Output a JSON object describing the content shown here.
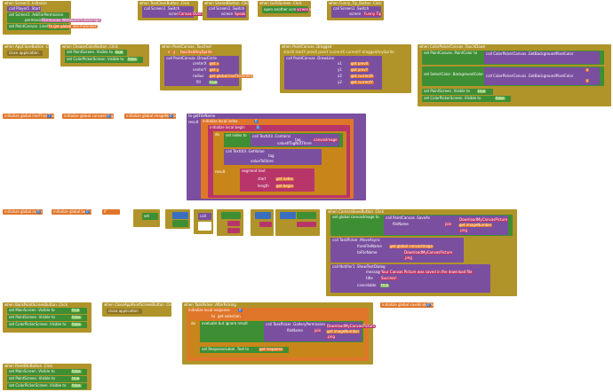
{
  "blocks": {
    "screen1_init": {
      "head": "when Screen1 .Initialize",
      "l1": "call Player1 .Start",
      "l2": "set Screen1 .AskForPermission",
      "l3": "permissionName",
      "l4": "Permission WriteExternalStorage",
      "l5": "set PaintCanvas .LineWidth",
      "l6": "to get global lineThickness"
    },
    "text_clear": {
      "head": "when TextClearButton .Click",
      "l1": "call Screen1 .Switch",
      "l2": "screen",
      "l3": "Canvas Overview"
    },
    "shared_btn": {
      "head": "when SharedButton .Click",
      "l1": "call Screen1 .Switch",
      "l2": "screen",
      "l3": "Speak"
    },
    "go_screen": {
      "head": "when GoToScreen .Click",
      "l1": "open another screen screenName",
      "l2": "screen"
    },
    "funny_btn": {
      "head": "when Funny_Tip_Button .Click",
      "l1": "call Screen1 .Switch",
      "l2": "screen",
      "l3": "Funny Tip"
    },
    "app_close": {
      "head": "when AppCloseButton .Click",
      "l1": "close application"
    },
    "choose_color": {
      "head": "when ChooseColorButton .Click",
      "l1": "set PaintScreen .Visible to",
      "v1": "true",
      "l2": "set ColorPickerScreen .Visible to",
      "v2": "false"
    },
    "paint_touched": {
      "head": "when PaintCanvas .Touched",
      "l1": "x",
      "l2": "y",
      "l3": "touchedAnySprite",
      "l4": "call PaintCanvas .DrawCircle",
      "l5": "centerX",
      "l6": "centerY",
      "l7": "radius",
      "l8": "fill",
      "v1": "get x",
      "v2": "get y",
      "v3": "get global lineThickness",
      "v4": "true"
    },
    "paint_dragged": {
      "head": "when PaintCanvas .Dragged",
      "args": "startX startY prevX prevY currentX currentY draggedAnySprite",
      "l1": "call PaintCanvas .DrawLine",
      "l2": "x1",
      "l3": "y1",
      "l4": "x2",
      "l5": "y2",
      "v1": "get prevX",
      "v2": "get prevY",
      "v3": "get currentX",
      "v4": "get currentY"
    },
    "color_picker": {
      "head": "when ColorPickerCanvas .TouchDown",
      "l1": "set PaintCanvas .PaintColor to",
      "l2": "call ColorPickerCanvas .GetBackgroundPixelColor",
      "l3": "set SelectColor .BackgroundColor to",
      "l4": "call ColorPickerCanvas .GetBackgroundPixelColor",
      "l5": "set PaintScreen .Visible to",
      "l6": "set ColorPickerScreen .Visible to",
      "v1": "true",
      "v2": "false",
      "x": "x",
      "y": "y"
    },
    "globals": {
      "g1": "initialize global lineThickness",
      "g2": "initialize global canvasImage",
      "g3": "initialize global imageNumber",
      "g4": "initialize global index",
      "g5": "initialize global begin",
      "g6": "initialize global saveEndedPicture",
      "v1": "7",
      "v2": "0",
      "v3": "0",
      "v4": "0",
      "v5": "0",
      "v6": "0"
    },
    "get_filename": {
      "head": "to getFileName",
      "result": "result",
      "l1": "initialize local index",
      "l2": "initialize local begin",
      "l3": "do",
      "l4": "set index to",
      "l5": "call TextUtil .Contains",
      "l6": "tag",
      "l7": "valueIfTagNotThere",
      "l8": "call TextUtil .GetValue",
      "l9": "tag",
      "l10": "valueToStore",
      "l11": "result",
      "l12": "segment text",
      "l13": "start",
      "l14": "length",
      "v1": "0",
      "v2": "0",
      "v3": "canvasImage",
      "v4": "get index",
      "v5": "get begin"
    },
    "mini": {
      "m1": "if",
      "m2": "set",
      "m3": "call",
      "m4": "set",
      "m5": "set",
      "m6": "set"
    },
    "camera_save": {
      "head": "when CameraSaveButton .Click",
      "l1": "set global canvasImage to",
      "l2": "call PaintCanvas .SaveAs",
      "l3": "fileName",
      "l4": "join",
      "l5": "DownloadMyCanvasPicture",
      "l6": "get imageNumber",
      "l7": ".png",
      "l8": "call TaskPicker .MoveAsync",
      "l9": "fromFileName",
      "l10": "toFileName",
      "l11": "get global canvasImage",
      "l12": "DownloadMyCanvasPicture",
      "l13": ".png",
      "l14": "call Notifier1 .ShowTextDialog",
      "l15": "message",
      "l16": "title",
      "l17": "cancelable",
      "l18": "Your Canvas Picture was saved in the download file",
      "l19": "Success!",
      "l20": "true"
    },
    "back_paint": {
      "head": "when BackPaintScreenButton .Click",
      "l1": "set MainScreen .Visible to",
      "l2": "set PaintScreen .Visible to",
      "l3": "set ColorPickerScreen .Visible to",
      "v1": "true",
      "v2": "false",
      "v3": "false"
    },
    "close_paint": {
      "head": "when CloseAppPaintScreenButton .Click",
      "l1": "close application"
    },
    "after_picking": {
      "head": "when TaskPicker .AfterPicking",
      "l1": "initialize local response",
      "l2": "to",
      "l3": "get selection",
      "l4": "do",
      "l5": "evaluate but ignore result",
      "l6": "call TaskPicker .GalleryPermission",
      "l7": "fileName",
      "l8": "join",
      "l9": "DownloadMyCanvasPicture",
      "l10": "get imageNumber",
      "l11": ".png",
      "l12": "set ResponseLabel .Text to",
      "l13": "get response",
      "v1": "0"
    },
    "paint_btn": {
      "head": "when PaintBtnButton .Click",
      "l1": "set MainScreen .Visible to",
      "l2": "set PaintScreen .Visible to",
      "l3": "set ColorPickerScreen .Visible to",
      "v1": "false",
      "v2": "true",
      "v3": "false"
    }
  }
}
